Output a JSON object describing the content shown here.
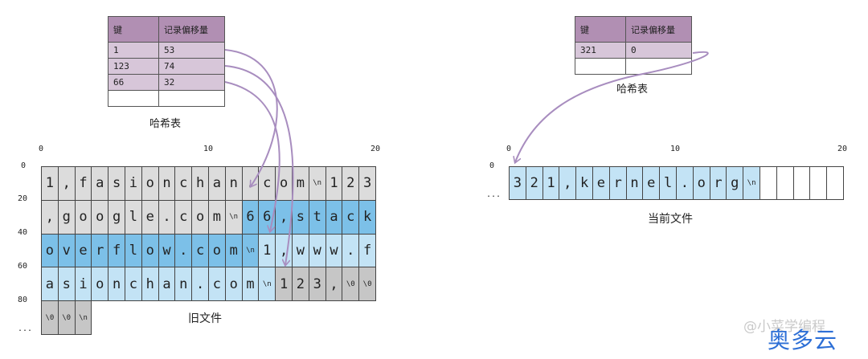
{
  "old_hash_table": {
    "headers": [
      "键",
      "记录偏移量"
    ],
    "rows": [
      [
        "1",
        "53"
      ],
      [
        "123",
        "74"
      ],
      [
        "66",
        "32"
      ],
      [
        "",
        ""
      ]
    ],
    "caption": "哈希表"
  },
  "new_hash_table": {
    "headers": [
      "键",
      "记录偏移量"
    ],
    "rows": [
      [
        "321",
        "0"
      ],
      [
        "",
        ""
      ]
    ],
    "caption": "哈希表"
  },
  "old_file": {
    "caption": "旧文件",
    "x_ticks": [
      "0",
      "10",
      "20"
    ],
    "y_ticks": [
      "0",
      "20",
      "40",
      "60",
      "80",
      "..."
    ],
    "rows": [
      [
        [
          "1",
          "g"
        ],
        [
          ",",
          "g"
        ],
        [
          "f",
          "g"
        ],
        [
          "a",
          "g"
        ],
        [
          "s",
          "g"
        ],
        [
          "i",
          "g"
        ],
        [
          "o",
          "g"
        ],
        [
          "n",
          "g"
        ],
        [
          "c",
          "g"
        ],
        [
          "h",
          "g"
        ],
        [
          "a",
          "g"
        ],
        [
          "n",
          "g"
        ],
        [
          ".",
          "g"
        ],
        [
          "c",
          "g"
        ],
        [
          "o",
          "g"
        ],
        [
          "m",
          "g"
        ],
        [
          "\\n",
          "g"
        ],
        [
          "1",
          "g"
        ],
        [
          "2",
          "g"
        ],
        [
          "3",
          "g"
        ]
      ],
      [
        [
          ",",
          "g"
        ],
        [
          "g",
          "g"
        ],
        [
          "o",
          "g"
        ],
        [
          "o",
          "g"
        ],
        [
          "g",
          "g"
        ],
        [
          "l",
          "g"
        ],
        [
          "e",
          "g"
        ],
        [
          ".",
          "g"
        ],
        [
          "c",
          "g"
        ],
        [
          "o",
          "g"
        ],
        [
          "m",
          "g"
        ],
        [
          "\\n",
          "g"
        ],
        [
          "6",
          "m"
        ],
        [
          "6",
          "m"
        ],
        [
          ",",
          "m"
        ],
        [
          "s",
          "m"
        ],
        [
          "t",
          "m"
        ],
        [
          "a",
          "m"
        ],
        [
          "c",
          "m"
        ],
        [
          "k",
          "m"
        ]
      ],
      [
        [
          "o",
          "m"
        ],
        [
          "v",
          "m"
        ],
        [
          "e",
          "m"
        ],
        [
          "r",
          "m"
        ],
        [
          "f",
          "m"
        ],
        [
          "l",
          "m"
        ],
        [
          "o",
          "m"
        ],
        [
          "w",
          "m"
        ],
        [
          ".",
          "m"
        ],
        [
          "c",
          "m"
        ],
        [
          "o",
          "m"
        ],
        [
          "m",
          "m"
        ],
        [
          "\\n",
          "m"
        ],
        [
          "1",
          "l"
        ],
        [
          ",",
          "l"
        ],
        [
          "w",
          "l"
        ],
        [
          "w",
          "l"
        ],
        [
          "w",
          "l"
        ],
        [
          ".",
          "l"
        ],
        [
          "f",
          "l"
        ]
      ],
      [
        [
          "a",
          "l"
        ],
        [
          "s",
          "l"
        ],
        [
          "i",
          "l"
        ],
        [
          "o",
          "l"
        ],
        [
          "n",
          "l"
        ],
        [
          "c",
          "l"
        ],
        [
          "h",
          "l"
        ],
        [
          "a",
          "l"
        ],
        [
          "n",
          "l"
        ],
        [
          ".",
          "l"
        ],
        [
          "c",
          "l"
        ],
        [
          "o",
          "l"
        ],
        [
          "m",
          "l"
        ],
        [
          "\\n",
          "l"
        ],
        [
          "1",
          "d"
        ],
        [
          "2",
          "d"
        ],
        [
          "3",
          "d"
        ],
        [
          ",",
          "d"
        ],
        [
          "\\0",
          "d"
        ],
        [
          "\\0",
          "d"
        ]
      ],
      [
        [
          "\\0",
          "d"
        ],
        [
          "\\0",
          "d"
        ],
        [
          "\\n",
          "d"
        ]
      ]
    ]
  },
  "new_file": {
    "caption": "当前文件",
    "x_ticks": [
      "0",
      "10",
      "20"
    ],
    "y_ticks": [
      "0",
      "..."
    ],
    "rows": [
      [
        [
          "3",
          "l"
        ],
        [
          "2",
          "l"
        ],
        [
          "1",
          "l"
        ],
        [
          ",",
          "l"
        ],
        [
          "k",
          "l"
        ],
        [
          "e",
          "l"
        ],
        [
          "r",
          "l"
        ],
        [
          "n",
          "l"
        ],
        [
          "e",
          "l"
        ],
        [
          "l",
          "l"
        ],
        [
          ".",
          "l"
        ],
        [
          "o",
          "l"
        ],
        [
          "r",
          "l"
        ],
        [
          "g",
          "l"
        ],
        [
          "\\n",
          "l"
        ],
        [
          "",
          "w"
        ],
        [
          "",
          "w"
        ],
        [
          "",
          "w"
        ],
        [
          "",
          "w"
        ],
        [
          "",
          "w"
        ]
      ]
    ]
  },
  "colors": {
    "g": "#dcdcdc",
    "m": "#7cc0e8",
    "l": "#c3e3f5",
    "d": "#c6c6c6",
    "w": "#ffffff",
    "arrow": "#a88dbf",
    "header": "#b18fb3",
    "row": "#d7c6d9"
  },
  "watermark": "@小菜学编程",
  "logo": "奥多云"
}
